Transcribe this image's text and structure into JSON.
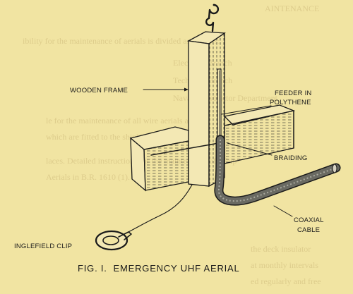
{
  "background_text": [
    "AINTENANCE",
    "ibility for the maintenance of aerials is divided as follows:",
    "Electrical Branch",
    "Technical Branch",
    "Naval Constructor Department",
    "le for the maintenance of all wire aerials and for",
    "which are fitted to the ship's structure.",
    "laces. Detailed instructions for the maintenance of Whip",
    "Aerials in B.R. 1610 (1).",
    "the deck insulator",
    "at monthly intervals",
    "ed regularly and free"
  ],
  "labels": {
    "wooden_frame": "WOODEN FRAME",
    "feeder": [
      "FEEDER IN",
      "POLYTHENE"
    ],
    "braiding": "BRAIDING",
    "coaxial": [
      "COAXIAL",
      "CABLE"
    ],
    "clip": "INGLEFIELD CLIP"
  },
  "caption": "FIG. I.  EMERGENCY UHF AERIAL",
  "colors": {
    "paper": "#f1e4a2",
    "ink": "#1a1a1a",
    "wood": "#f3e8b4",
    "cable": "#6a6a62"
  }
}
